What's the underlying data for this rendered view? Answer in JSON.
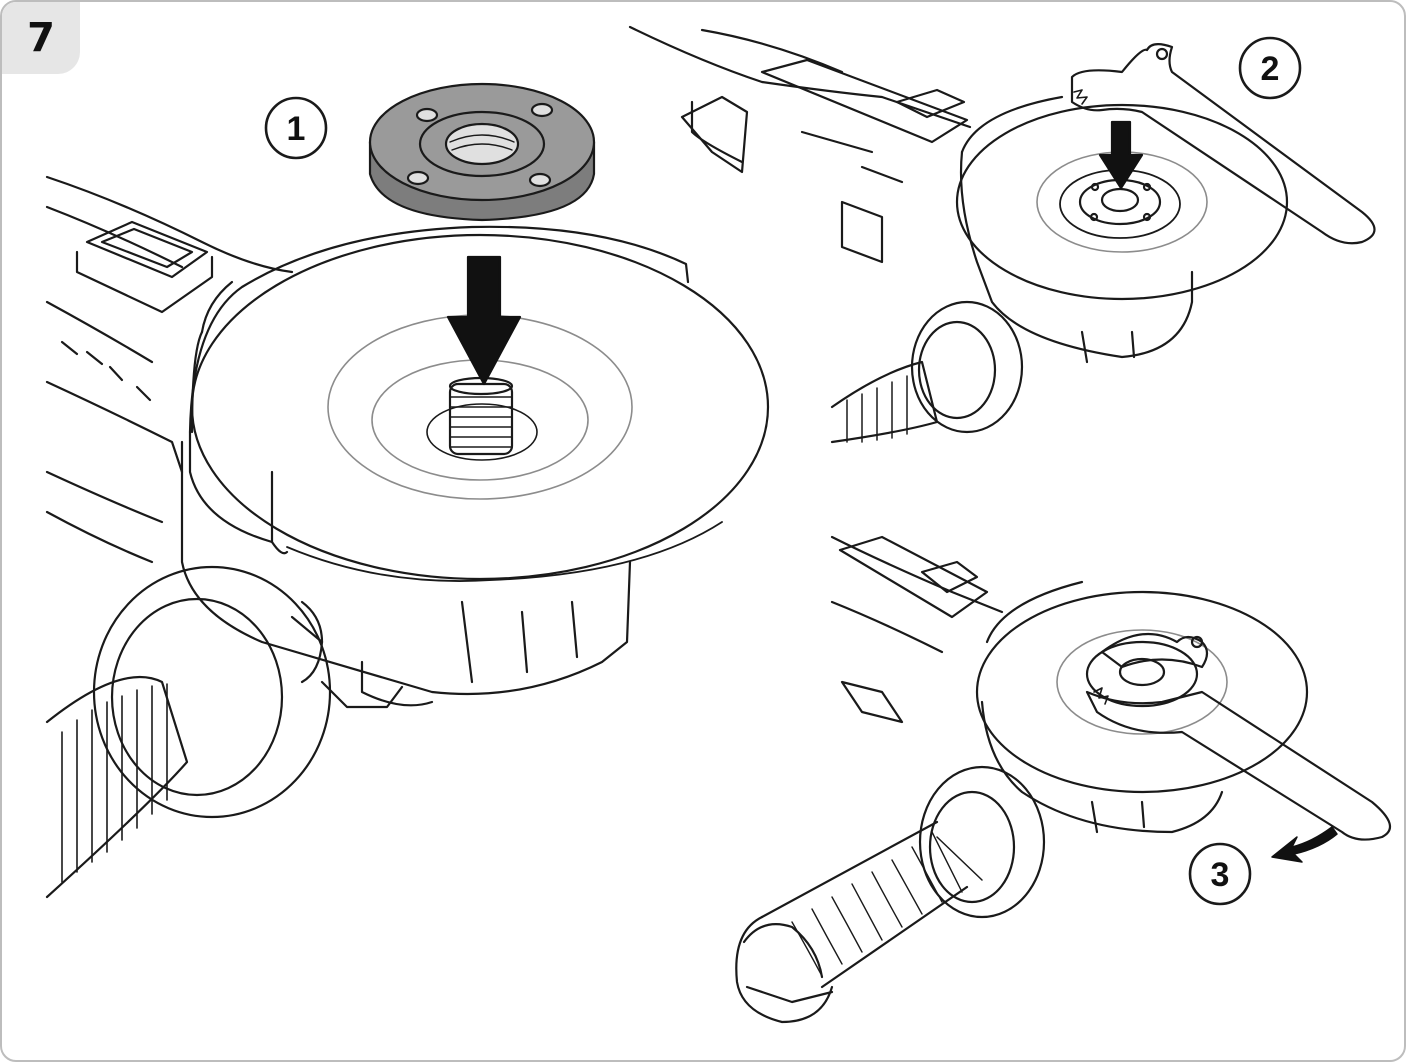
{
  "figure": {
    "number": "7"
  },
  "steps": [
    {
      "label": "1"
    },
    {
      "label": "2"
    },
    {
      "label": "3"
    }
  ],
  "colors": {
    "line": "#1a1a1a",
    "flange_fill": "#9a9a9a",
    "disc_ring": "#8c8c8c",
    "tab_bg": "#e6e6e6",
    "arrow": "#111111"
  },
  "icons": [
    "flange-nut-icon",
    "spanner-wrench-icon",
    "push-down-arrow-icon",
    "rotate-arrow-icon",
    "angle-grinder-icon"
  ]
}
